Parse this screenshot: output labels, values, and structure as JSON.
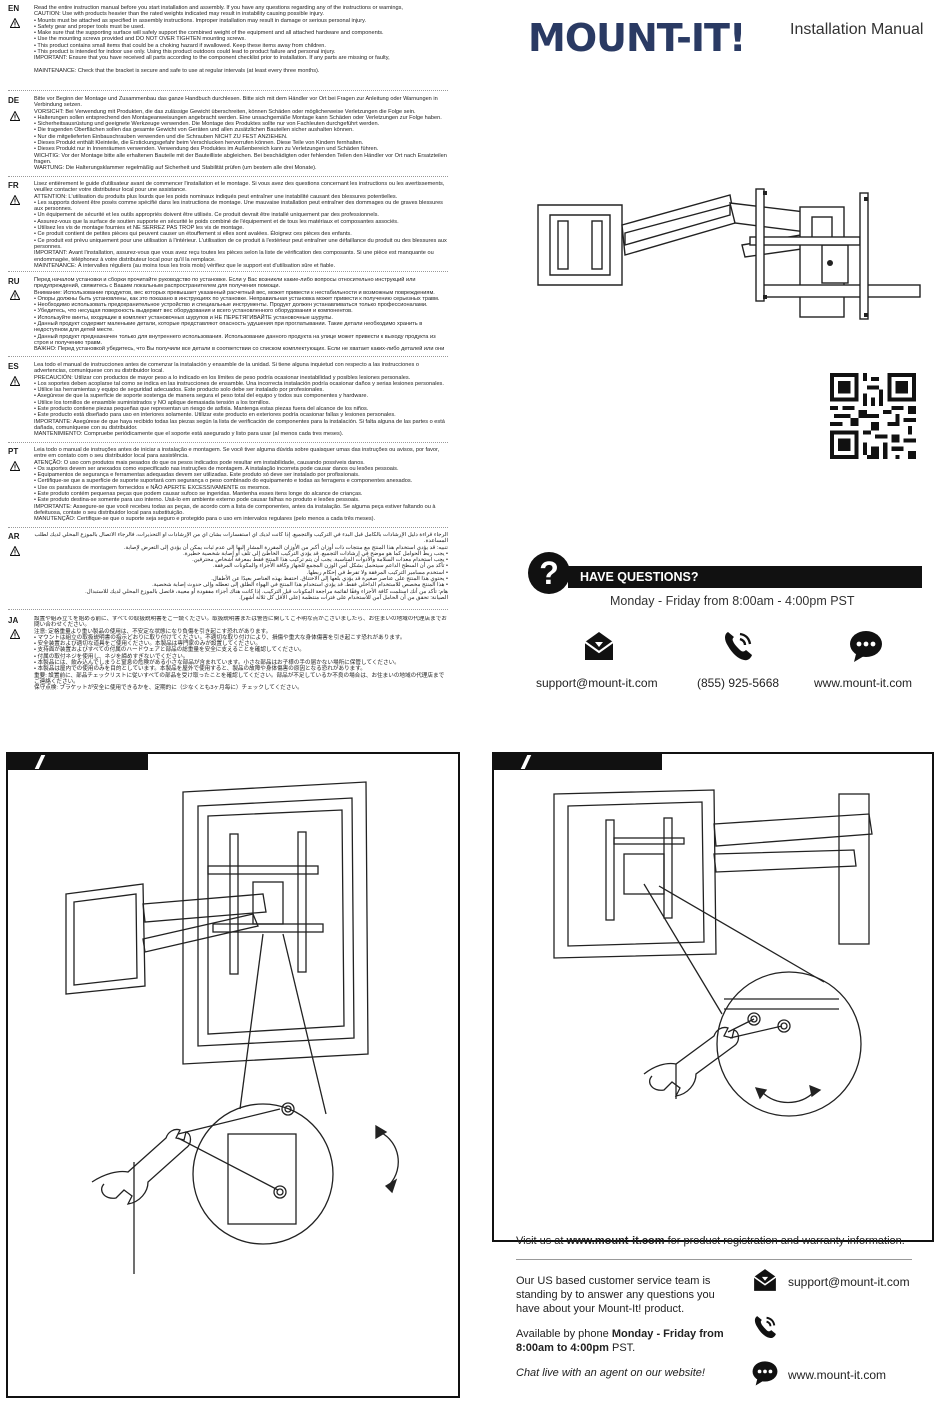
{
  "header": {
    "brand": "MOUNT-IT!",
    "doc_title": "Installation Manual"
  },
  "warnings": [
    {
      "code": "EN",
      "text": "Read the entire instruction manual before you start installation and assembly. If you have any questions regarding any of the instructions or warnings,\nCAUTION: Use with products heavier than the rated weights indicated may result in instability causing possible injury.\n• Mounts must be attached as specified in assembly instructions. Improper installation may result in damage or serious personal injury.\n• Safety gear and proper tools must be used.\n• Make sure that the supporting surface will safely support the combined weight of the equipment and all attached hardware and components.\n• Use the mounting screws provided and DO NOT OVER TIGHTEN mounting screws.\n• This product contains small items that could be a choking hazard if swallowed. Keep these items away from children.\n• This product is intended for indoor use only. Using this product outdoors could lead to product failure and personal injury.\nIMPORTANT: Ensure that you have received all parts according to the component checklist prior to installation. If any parts are missing or faulty,\n\nMAINTENANCE: Check that the bracket is secure and safe to use at regular intervals (at least every three months)."
    },
    {
      "code": "DE",
      "text": "Bitte vor Beginn der Montage und Zusammenbau das ganze Handbuch durchlesen. Bitte sich mit dem Händler vor Ort bei Fragen zur Anleitung oder Warnungen in Verbindung setzen.\nVORSICHT: Bei Verwendung mit Produkten, die das zulässige Gewicht überschreiten, können Schäden oder möglicherweise Verletzungen die Folge sein.\n• Halterungen sollen entsprechend den Montageanweisungen angebracht werden. Eine unsachgemäße Montage kann Schäden oder Verletzungen zur Folge haben.\n• Sicherheitsausrüstung und geeignete Werkzeuge verwenden. Die Montage des Produktes sollte nur von Fachleuten durchgeführt werden.\n• Die tragenden Oberflächen sollen das gesamte Gewicht von Geräten und allen zusätzlichen Bauteilen sicher aushalten können.\n• Nur die mitgelieferten Einbauschrauben verwenden und die Schrauben NICHT ZU FEST ANZIEHEN.\n• Dieses Produkt enthält Kleinteile, die Erstickungsgefahr beim Verschlucken hervorrufen können. Diese Teile von Kindern fernhalten.\n• Dieses Produkt nur in Innenräumen verwenden. Verwendung des Produktes im Außenbereich kann zu Verletzungen und Schäden führen.\nWICHTIG: Vor der Montage bitte alle erhaltenen Bauteile mit der Bauteilliste abgleichen. Bei beschädigten oder fehlenden Teilen den Händler vor Ort nach Ersatzteilen fragen.\nWARTUNG: Die Halterungsklammer regelmäßig auf Sicherheit und Stabilität prüfen (um bestem alle drei Monate)."
    },
    {
      "code": "FR",
      "text": "Lisez entièrement le guide d'utilisateur avant de commencer l'installation et le montage. Si vous avez des questions concernant les instructions ou les avertissements, veuillez contacter votre distributeur local pour une assistance.\nATTENTION: L'utilisation du produits plus lourds que les poids nominaux indiqués peut entraîner une instabilité causant des blessures potentielles.\n• Les supports doivent être posés comme spécifié dans les instructions de montage. Une mauvaise installation peut entraîner des dommages ou de graves blessures aux personnes.\n• Un équipement de sécurité et les outils appropriés doivent être utilisés. Ce produit devrait être installé uniquement par des professionnels.\n• Assurez-vous que la surface de soutien supporte en sécurité le poids combiné de l'équipement et de tous les matériaux et composantes associés.\n• Utilisez les vis de montage fournies et NE SERREZ PAS TROP les vis de montage.\n• Ce produit contient de petites pièces qui peuvent causer un étouffement si elles sont avalées. Éloignez ces pièces des enfants.\n• Ce produit est prévu uniquement pour une utilisation à l'intérieur. L'utilisation de ce produit à l'extérieur peut entraîner une défaillance du produit ou des blessures aux personnes.\nIMPORTANT: Avant l'installation, assurez-vous que vous avez reçu toutes les pièces selon la liste de vérification des composants. Si une pièce est manquante ou endommagée, téléphonez à votre distributeur local pour qu'il la remplace.\nMAINTENANCE: À intervalles réguliers (au moins tous les trois mois) vérifiez que le support est d'utilisation sûre et fiable."
    },
    {
      "code": "RU",
      "text": "Перед началом установки и сборки прочитайте руководство по установке. Если у Вас возникли какие-либо вопросы относительно инструкций или предупреждений, свяжитесь с Вашим локальным распространителем для получения помощи.\nВнимание: Использование продуктов, вес которых превышает указанный расчетный вес, может привести к нестабильности и возможным повреждениям.\n• Опоры должны быть установлены, как это показано в инструкциях по установке. Неправильная установка может привести к получению серьезных травм.\n• Необходимо использовать предохранительное устройство и специальные инструменты. Продукт должен устанавливаться только профессионалами.\n• Убедитесь, что несущая поверхность выдержит вес оборудования и всего установленного оборудования и компонентов.\n• Используйте винты, входящие в комплект установочных шурупов и НЕ ПЕРЕТЯГИВАЙТЕ установочные шурупы.\n• Данный продукт содержит маленькие детали, которые представляют опасность удушения при проглатывании. Такие детали необходимо хранить в недоступном для детей месте.\n• Данный продукт предназначен только для внутреннего использования. Использование данного продукта на улице может привести к выходу продукта из строя и получению травм.\nВАЖНО: Перед установкой убедитесь, что Вы получили все детали в соответствии со списком комплектующих. Если не хватает каких-либо деталей или они повреждены, обратитесь к Вашему местному распространителю по вопросу замены.\nТЕХНИЧЕСКОЕ ОБСЛУЖИВАНИЕ: Необходимо регулярно проверять (как минимум, раз в три месяца), чтобы кронштейн был зафиксирован, и его использование было безопасным."
    },
    {
      "code": "ES",
      "text": "Lea todo el manual de instrucciones antes de comenzar la instalación y ensamble de la unidad. Si tiene alguna inquietud con respecto a las instrucciones o advertencias, comuníquese con su distribuidor local.\nPRECAUCIÓN: Utilizar con productos de mayor peso a lo indicado en los límites de peso podría ocasionar inestabilidad y posibles lesiones personales.\n• Los soportes deben acoplarse tal como se indica en las instrucciones de ensamble. Una incorrecta instalación podría ocasionar daños y serias lesiones personales.\n• Utilice las herramientas y equipo de seguridad adecuados. Este producto solo debe ser instalado por profesionales.\n• Asegúrese de que la superficie de soporte sostenga de manera segura el peso total del equipo y todos sus componentes y hardware.\n• Utilice los tornillos de ensamble suministrados y NO aplique demasiada tensión a los tornillos.\n• Este producto contiene piezas pequeñas que representan un riesgo de asfixia. Mantenga estas piezas fuera del alcance de los niños.\n• Este producto está diseñado para uso en interiores solamente. Utilizar este producto en exteriores podría ocasionar fallas y lesiones personales.\nIMPORTANTE: Asegúrese de que haya recibido todas las piezas según la lista de verificación de componentes para la instalación. Si falta alguna de las partes o está dañada, comuníquese con su distribuidor.\nMANTENIMIENTO: Compruebe periódicamente que el soporte está asegurado y listo para usar (al menos cada tres meses)."
    },
    {
      "code": "PT",
      "text": "Leia todo o manual de instruções antes de iniciar a instalação e montagem. Se você tiver alguma dúvida sobre quaisquer umas das instruções ou avisos, por favor, entre em contato com o seu distribuidor local para assistência.\nATENÇÃO: O uso com produtos mais pesados do que os pesos indicados pode resultar em instabilidade, causando possíveis danos.\n• Os suportes devem ser anexados como especificado nas instruções de montagem. A instalação incorreta pode causar danos ou lesões pessoais.\n• Equipamentos de segurança e ferramentas adequadas devem ser utilizadas. Este produto só deve ser instalado por profissionais.\n• Certifique-se que a superfície de suporte suportará com segurança o peso combinado do equipamento e todas as ferragens e componentes anexados.\n• Use os parafusos de montagem fornecidos e NÃO APERTE EXCESSIVAMENTE os mesmos.\n• Este produto contém pequenas peças que podem causar sufoco se ingeridas. Mantenha esses itens longe do alcance de crianças.\n• Este produto destina-se somente para uso interno. Usá-lo em ambiente externo pode causar falhas no produto e lesões pessoais.\nIMPORTANTE: Assegure-se que você recebeu todas as peças, de acordo com a lista de componentes, antes da instalação. Se alguma peça estiver faltando ou à defeituosa, contate o seu distribuidor local para substituição.\nMANUTENÇÃO: Certifique-se que o suporte seja seguro e protegido para o uso em intervalos regulares (pelo menos a cada três meses)."
    },
    {
      "code": "AR",
      "text": "الرجاء قراءة دليل الإرشادات بالكامل قبل البدء في التركيب والتجميع. إذا كانت لديك أي استفسارات بشأن أي من الإرشادات أو التحذيرات، فالرجاء الاتصال بالموزع المحلي لديك لطلب المساعدة.\nتنبيه: قد يؤدي استخدام هذا المنتج مع منتجات ذات أوزان أكبر من الأوزان المقررة المشار إليها إلى عدم ثبات يمكن أن يؤدي إلى التعرض لإصابة.\n• يجب ربط الحوامل كما هو موضح في إرشادات التجميع. قد يؤدي التركيب الخاطئ إلى تلف أو إصابة شخصية خطيرة.\n• يجب استخدام معدات السلامة والأدوات المناسبة. يجب أن يتم تركيب هذا المنتج فقط بمعرفة أشخاص محترفين.\n• تأكد من أن السطح الداعم سيتحمل بشكل آمن الوزن المجمع للجهاز وكافة الأجزاء والمكونات المرفقة.\n• استخدم مسامير التركيب المرفقة ولا تفرط في إحكام ربطها.\n• يحتوي هذا المنتج على عناصر صغيرة قد يؤدي بلعها إلى الاختناق. احتفظ بهذه العناصر بعيدًا عن الأطفال.\n• هذا المنتج مخصص للاستخدام الداخلي فقط. قد يؤدي استخدام هذا المنتج في الهواء الطلق إلى تعطله وإلى حدوث إصابة شخصية.\nهام: تأكد من أنك استلمت كافة الأجزاء وفقًا لقائمة مراجعة المكونات قبل التركيب. إذا كانت هناك أجزاء مفقودة أو معيبة، فاتصل بالموزع المحلي لديك للاستبدال.\nالصيانة: تحقق من أن الحامل آمن للاستخدام على فترات منتظمة (على الأقل كل ثلاثة أشهر)."
    },
    {
      "code": "JA",
      "text": "設置や組み立てを始める前に、すべての取扱説明書をご一読ください。取扱説明書または警告に関してご不明な点がございましたら、お住まいの地域の代理店までお問い合わせください。\n注意: 定格重量より重い製品の使用は、不安定な状態になり負傷を引き起こす恐れがあります。\n• マウントは組立の取扱説明書の指示どおりに取り付けてください。不適切な取り付けにより、損傷や重大な身体傷害を引き起こす恐れがあります。\n• 安全装置および適切な道具をご使用ください。本製品は専門家のみが設置してください。\n• 支持面が装置およびすべての付属のハードウェアと部品の総重量を安全に支えることを確認してください。\n• 付属の取付ネジを使用し、ネジを締めすぎないでください。\n• 本製品には、飲み込んでしまうと窒息の危険がある小さな部品が含まれています。小さな部品はお子様の手の届かない場所に保管してください。\n• 本製品は屋内での使用のみを目的としています。本製品を屋外で使用すると、製品の故障や身体傷害の原因となる恐れがあります。\n重要: 設置前に、部品チェックリストに従いすべての部品を受け取ったことを確認してください。部品が不足しているか不良の場合は、お住まいの地域の代理店までご連絡ください。\n保守点検: ブラケットが安全に使用できるかを、定期的に（少なくとも3ヶ月毎に）チェックしてください。"
    }
  ],
  "questions": {
    "icon": "question-mark-icon",
    "banner": "HAVE QUESTIONS?",
    "hours": "Monday - Friday from 8:00am - 4:00pm PST",
    "email": "support@mount-it.com",
    "phone": "(855) 925-5668",
    "website": "www.mount-it.com"
  },
  "footer": {
    "visit_prefix": "Visit us at ",
    "visit_url": "www.mount-it.com",
    "visit_suffix": " for product registration and warranty information.",
    "service_text": "Our US based customer service team is standing by to answer any questions you have about your Mount-It! product.",
    "available_prefix": "Available by phone ",
    "available_hours": "Monday - Friday from 8:00am to 4:00pm",
    "available_suffix": " PST.",
    "chat_text": "Chat live with an agent on our website!",
    "email": "support@mount-it.com",
    "website": "www.mount-it.com"
  },
  "colors": {
    "brand": "#2a3a63",
    "ink": "#111111"
  }
}
